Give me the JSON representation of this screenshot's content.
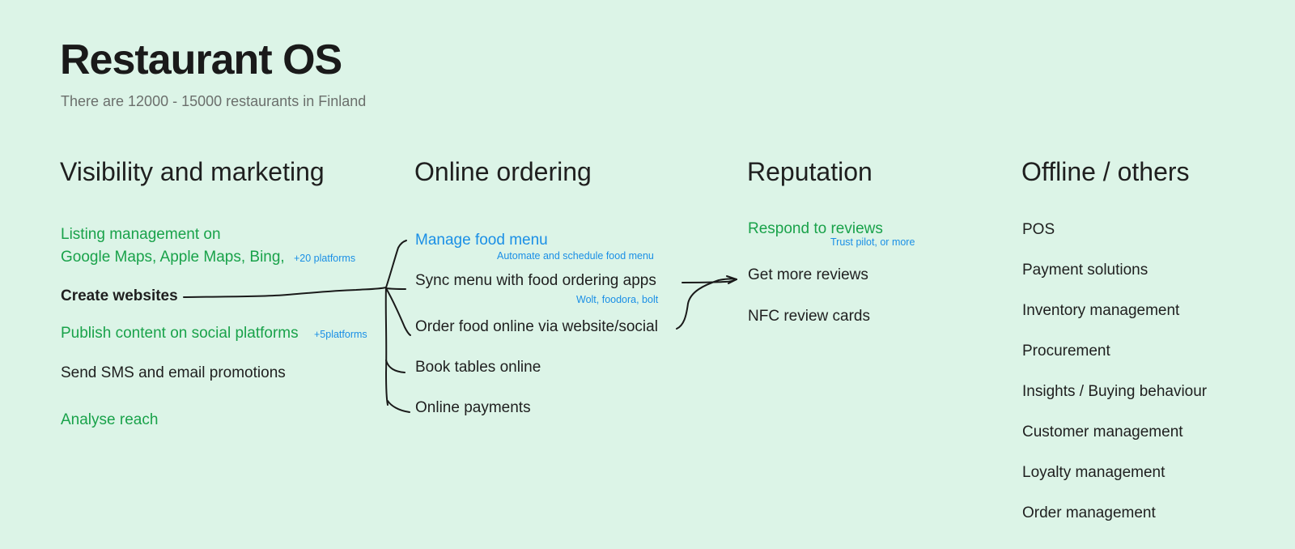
{
  "header": {
    "title": "Restaurant OS",
    "subtitle": "There are 12000 - 15000 restaurants in Finland"
  },
  "columns": {
    "visibility": {
      "heading": "Visibility and marketing",
      "listing_line1": "Listing management on",
      "listing_line2": "Google Maps, Apple Maps, Bing,",
      "listing_note": "+20 platforms",
      "create_websites": "Create websites",
      "publish": "Publish content on social platforms",
      "publish_note": "+5platforms",
      "sms": "Send SMS and email promotions",
      "analyse": "Analyse reach"
    },
    "ordering": {
      "heading": "Online ordering",
      "manage_menu": "Manage food menu",
      "manage_note": "Automate and schedule food menu",
      "sync_menu": "Sync menu with food ordering apps",
      "sync_note": "Wolt, foodora, bolt",
      "order_online": "Order food online via website/social",
      "book_tables": "Book tables online",
      "payments": "Online payments"
    },
    "reputation": {
      "heading": "Reputation",
      "respond": "Respond to reviews",
      "respond_note": "Trust pilot, or more",
      "get_more": "Get more reviews",
      "nfc": "NFC review cards"
    },
    "offline": {
      "heading": "Offline / others",
      "items": [
        "POS",
        "Payment solutions",
        "Inventory management",
        "Procurement",
        "Insights / Buying behaviour",
        "Customer management",
        "Loyalty management",
        "Order management"
      ]
    }
  },
  "colors": {
    "background": "#dcf4e7",
    "green": "#19a24a",
    "blue": "#1a8fe6",
    "text": "#1f1f1f"
  }
}
